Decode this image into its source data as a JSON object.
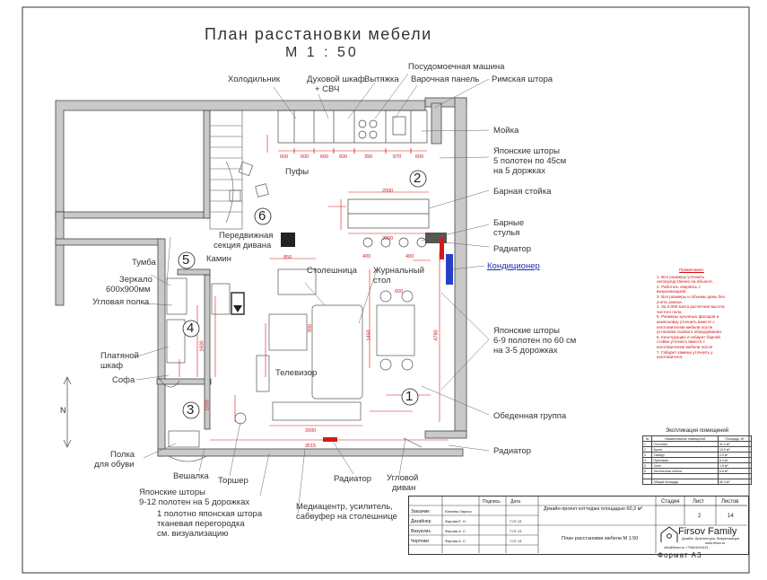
{
  "title_line1": "План расстановки мебели",
  "title_line2": "М 1 : 50",
  "rooms": [
    "1",
    "2",
    "3",
    "4",
    "5",
    "6"
  ],
  "labels": {
    "fridge": "Холодильник",
    "oven": "Духовой шкаф",
    "oven2": "+ СВЧ",
    "hood": "Вытяжка",
    "dishwasher": "Посудомоечная машина",
    "hob": "Варочная панель",
    "roman": "Римская штора",
    "sink": "Мойка",
    "jap1a": "Японские шторы",
    "jap1b": "5 полотен по 45см",
    "jap1c": "на 5 доржках",
    "bar": "Барная стойка",
    "barchairs1": "Барные",
    "barchairs2": "стулья",
    "radiator1": "Радиатор",
    "ac": "Кондиционер",
    "poufs": "Пуфы",
    "sofa_sect1": "Передвижная",
    "sofa_sect2": "секция дивана",
    "fireplace": "Камин",
    "tabletop": "Столешница",
    "coffee1": "Журнальный",
    "coffee2": "стол",
    "tumba": "Тумба",
    "mirror1": "Зеркало",
    "mirror2": "600х900мм",
    "cornershelf": "Угловая полка",
    "wardrobe1": "Платяной",
    "wardrobe2": "шкаф",
    "sofa": "Софа",
    "tv": "Телевизор",
    "jap2a": "Японские шторы",
    "jap2b": "6-9 полотен по 60 см",
    "jap2c": "на 3-5 дорожках",
    "dining": "Обеденная группа",
    "shoes1": "Полка",
    "shoes2": "для обуви",
    "hanger": "Вешалка",
    "lamp": "Торшер",
    "radiator2": "Радиатор",
    "radiator3": "Радиатор",
    "corner_sofa1": "Угловой",
    "corner_sofa2": "диван",
    "jap3a": "Японские шторы",
    "jap3b": "9-12 полотен на 5 дорожках",
    "jap4a": "1 полотно японская штора",
    "jap4b": "тканевая перегородка",
    "jap4c": "см. визуализацию",
    "media1": "Медиацентр, усилитель,",
    "media2": "сабвуфер на столешнице",
    "north": "N"
  },
  "dims": {
    "kitchen_top": [
      "600",
      "600",
      "600",
      "600",
      "390",
      "870",
      "600"
    ],
    "bar": [
      "2000",
      "2000"
    ],
    "misc": [
      "850",
      "400",
      "400",
      "600",
      "1450",
      "4780",
      "3515",
      "2000",
      "900",
      "1550",
      "1600"
    ]
  },
  "notes": {
    "heading": "Примечания:",
    "items": [
      "1. Все размеры уточнить непосредственно на объекте.",
      "2. Работать сверяясь с визуализацией.",
      "3. Все размеры и объемы даны без учета записи.",
      "4. За 0.000 взята расчетная высота чистого пола.",
      "5. Размеры кухонных фасадов и компоновку уточнить вместе с изготовителем мебели после установки газового оборудования.",
      "6. Конструкцию и габарит барной стойки уточнить вместе с изготовителем мебели после",
      "7. Габарит камина уточнить у изготовителя."
    ]
  },
  "explication": {
    "title": "Экспликация помещений",
    "headers": [
      "№",
      "Наименование помещений",
      "Площадь, м²"
    ],
    "rows": [
      [
        "1",
        "Гостиная",
        "31.0 м²"
      ],
      [
        "2",
        "Кухня",
        "13.5 м²"
      ],
      [
        "3",
        "Тамбур",
        "2.9 м²"
      ],
      [
        "4",
        "Прихожая",
        "6.4 м²"
      ],
      [
        "5",
        "Холл",
        "1.9 м²"
      ],
      [
        "6",
        "Лестничная клетка",
        "6.8 м²"
      ],
      [
        "",
        "",
        ""
      ],
      [
        "",
        "Общая площадь",
        "60.3 м²"
      ]
    ]
  },
  "stamp": {
    "roles": [
      "Заказчик",
      "Дизайнер",
      "Визуализ.",
      "Чертежи"
    ],
    "names": [
      "Юлиева Лариса",
      "Фирова Е. Н.",
      "Фирова А. С.",
      "Фирова А. С."
    ],
    "dates": [
      "",
      "7.07.13",
      "7.07.13",
      "7.07.13"
    ],
    "hdr_sign": "Подпись",
    "hdr_date": "Дата",
    "project": "Дизайн-проект коттеджа площадью 60,3 м²",
    "sheet_title": "План расстановки мебели  М 1:50",
    "stage_h": "Стадия",
    "sheet_h": "Лист",
    "sheets_h": "Листов",
    "sheet": "2",
    "sheets": "14",
    "brand": "Firsov Family",
    "brand_sub": "Дизайн. Архитектура. Визуализация",
    "site": "www.firsov.ru",
    "contact": "info@firsov.ru   +79624410421",
    "format": "Формат  А3"
  }
}
